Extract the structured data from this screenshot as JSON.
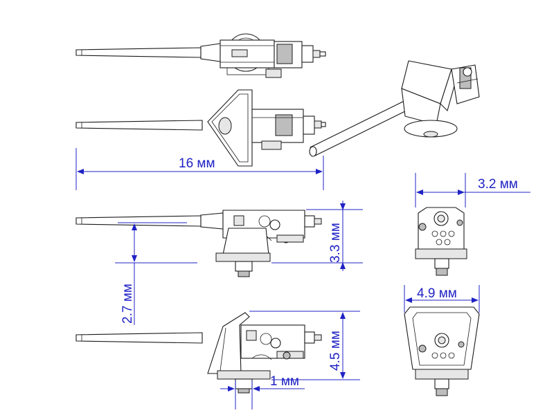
{
  "colors": {
    "dimension": "#1f22c4",
    "ink": "#1a1a1a",
    "background": "#ffffff"
  },
  "dimensions": {
    "overall_length": "16 мм",
    "front_width": "3.2 мм",
    "shield_width": "4.9 мм",
    "height_no_shield": "3.3 мм",
    "barrel_axis_height": "2.7 мм",
    "height_with_shield": "4.5 мм",
    "pin_diameter": "1 мм"
  }
}
